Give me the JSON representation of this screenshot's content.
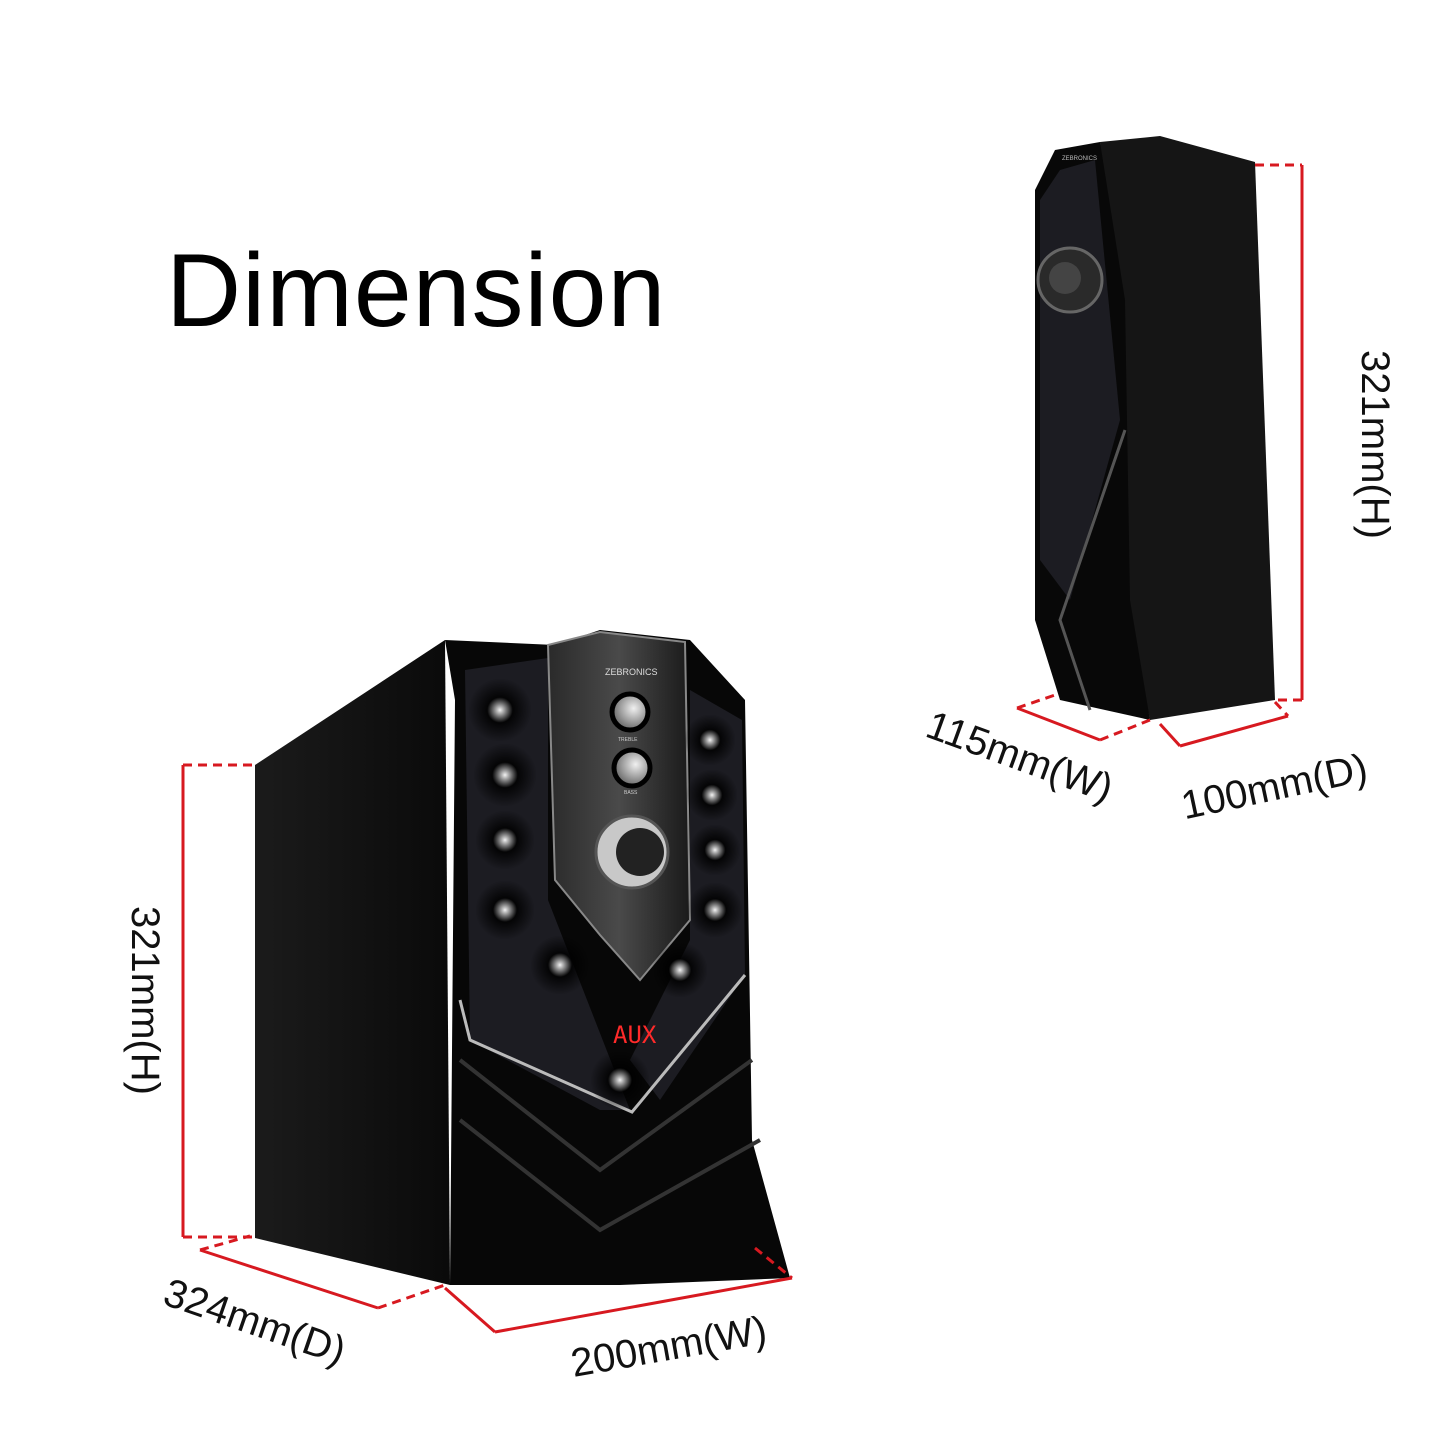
{
  "title": "Dimension",
  "colors": {
    "dimension_line": "#d71920",
    "speaker_body": "#111111",
    "background": "#ffffff"
  },
  "subwoofer": {
    "brand": "ZEBRONICS",
    "knob_labels": [
      "TREBLE",
      "BASS"
    ],
    "display": "AUX",
    "height_label": "321mm(H)",
    "depth_label": "324mm(D)",
    "width_label": "200mm(W)"
  },
  "satellite": {
    "brand": "ZEBRONICS",
    "height_label": "321mm(H)",
    "width_label": "115mm(W)",
    "depth_label": "100mm(D)"
  }
}
